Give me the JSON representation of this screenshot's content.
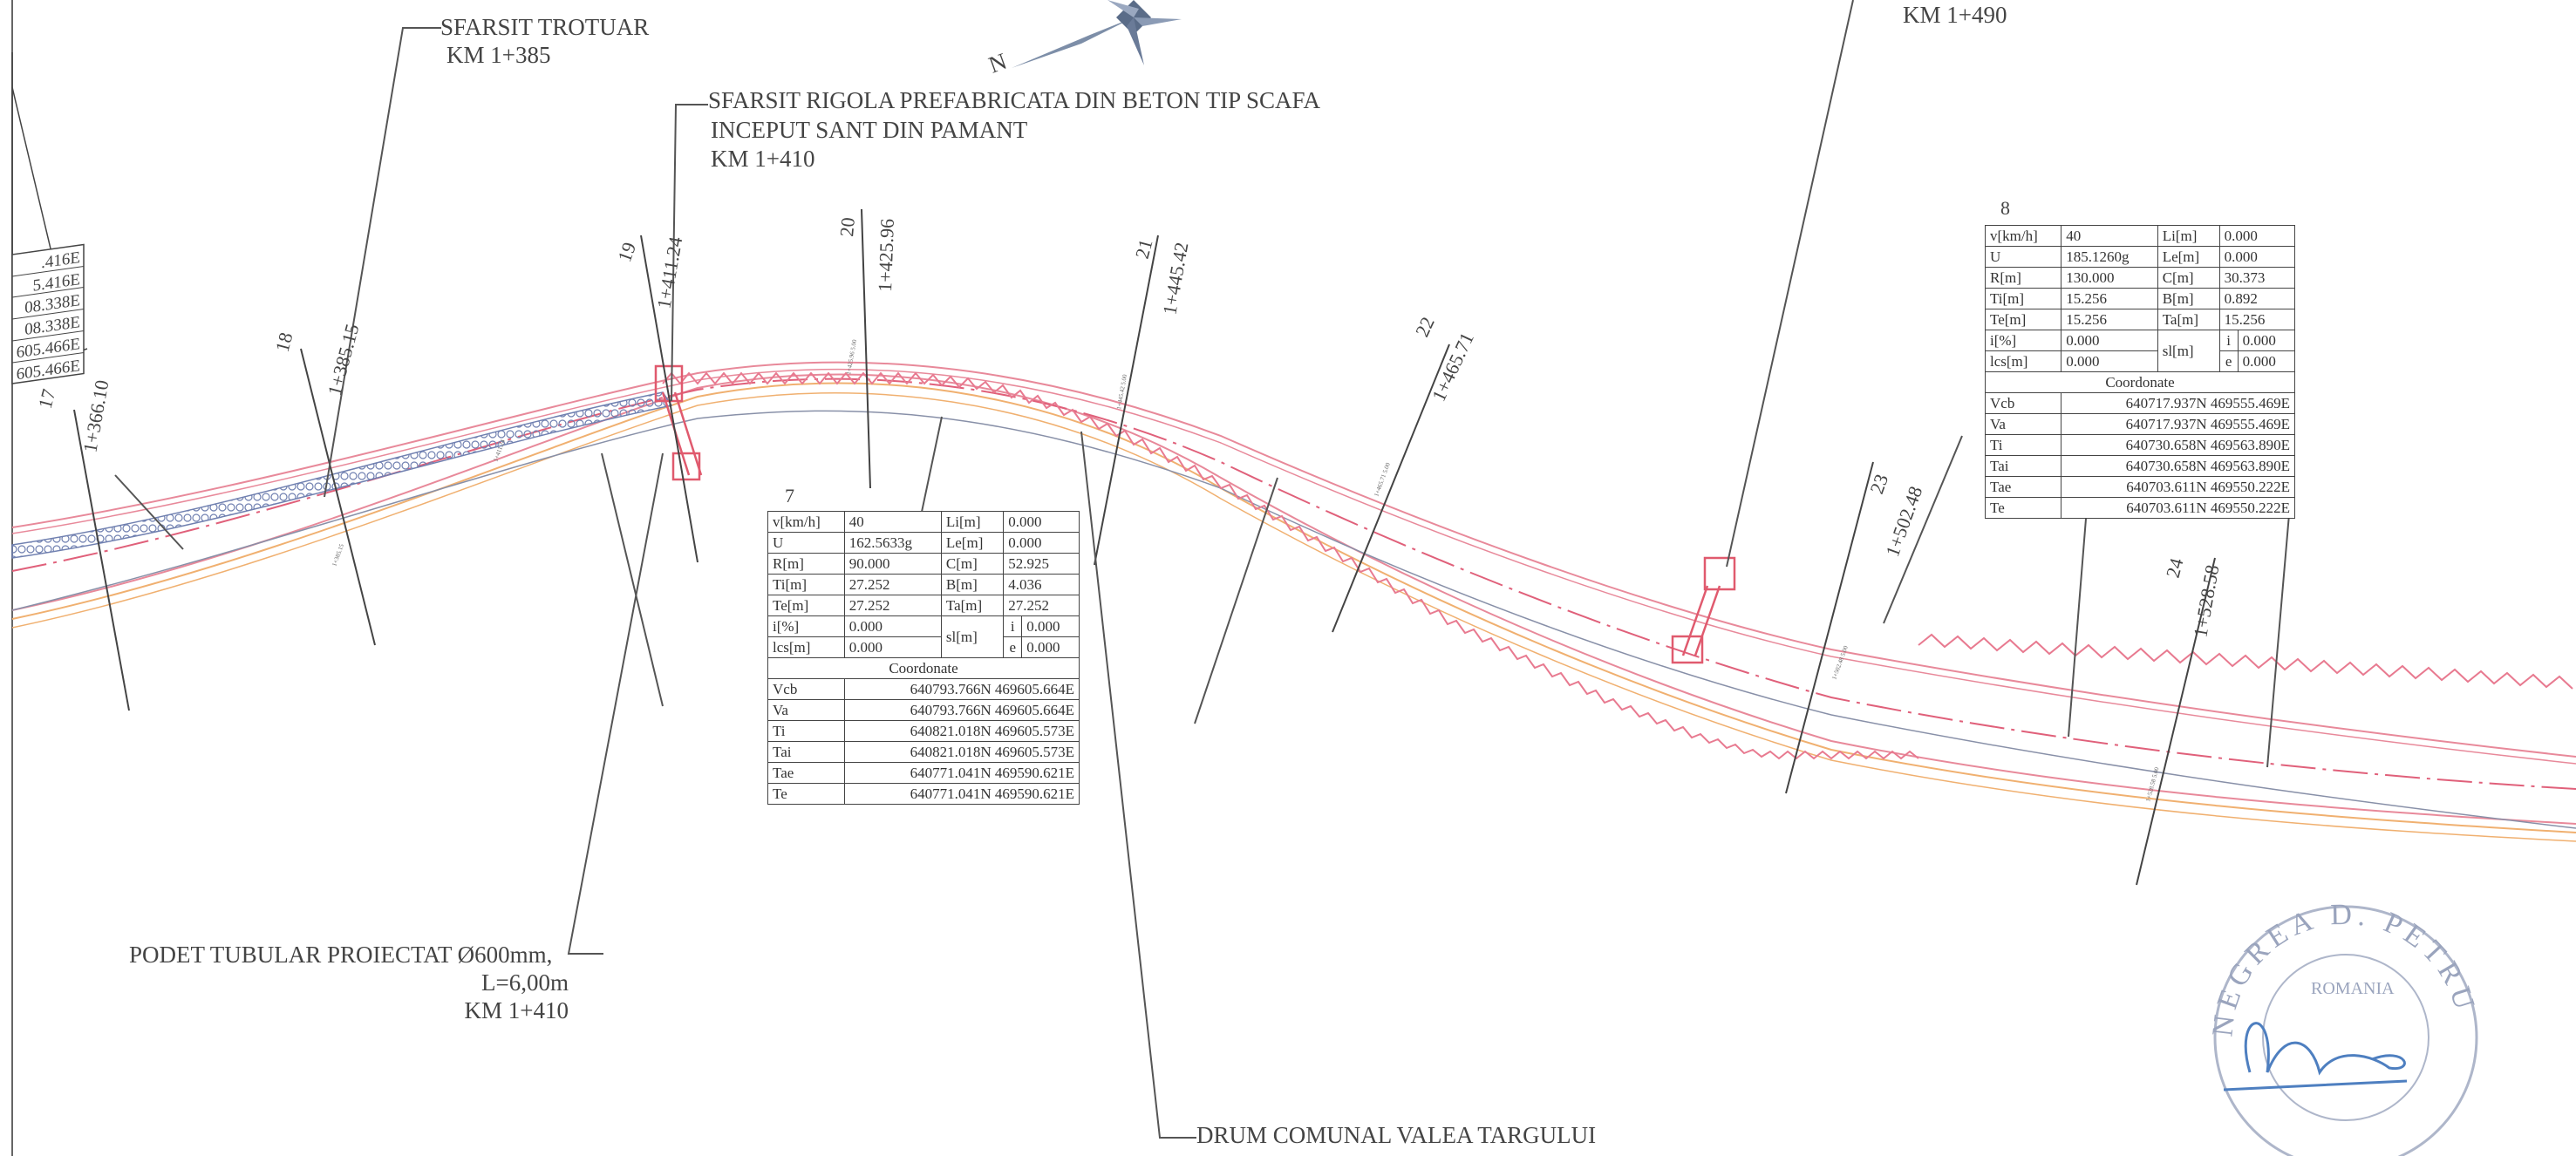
{
  "annotations": {
    "end_sidewalk": {
      "line1": "SFARSIT TROTUAR",
      "line2": "KM  1+385"
    },
    "end_gutter": {
      "line1": "SFARSIT RIGOLA PREFABRICATA DIN BETON TIP SCAFA",
      "line2": "INCEPUT SANT DIN PAMANT",
      "line3": "KM  1+410"
    },
    "top_right_km": "KM  1+490",
    "culvert": {
      "line1": "PODET TUBULAR PROIECTAT Ø600mm,",
      "line2": "L=6,00m",
      "line3": "KM 1+410"
    },
    "commune_road": "DRUM COMUNAL VALEA TARGULUI",
    "north": "N"
  },
  "profiles": [
    {
      "num": "17",
      "station": "1+366.10"
    },
    {
      "num": "18",
      "station": "1+385.15"
    },
    {
      "num": "19",
      "station": "1+411.24"
    },
    {
      "num": "20",
      "station": "1+425.96"
    },
    {
      "num": "21",
      "station": "1+445.42"
    },
    {
      "num": "22",
      "station": "1+465.71"
    },
    {
      "num": "23",
      "station": "1+502.48"
    },
    {
      "num": "24",
      "station": "1+528.58"
    }
  ],
  "left_partial_table": [
    ".416E",
    "5.416E",
    "08.338E",
    "08.338E",
    "605.466E",
    "605.466E"
  ],
  "curve_tables": [
    {
      "number": "7",
      "params": [
        [
          "v[km/h]",
          "40",
          "Li[m]",
          "0.000"
        ],
        [
          "U",
          "162.5633g",
          "Le[m]",
          "0.000"
        ],
        [
          "R[m]",
          "90.000",
          "C[m]",
          "52.925"
        ],
        [
          "Ti[m]",
          "27.252",
          "B[m]",
          "4.036"
        ],
        [
          "Te[m]",
          "27.252",
          "Ta[m]",
          "27.252"
        ]
      ],
      "i_pct": "0.000",
      "lcs": "0.000",
      "sl_label": "sl[m]",
      "sl_i": "0.000",
      "sl_e": "0.000",
      "coord_title": "Coordonate",
      "coords": [
        [
          "Vcb",
          "640793.766N 469605.664E"
        ],
        [
          "Va",
          "640793.766N 469605.664E"
        ],
        [
          "Ti",
          "640821.018N 469605.573E"
        ],
        [
          "Tai",
          "640821.018N 469605.573E"
        ],
        [
          "Tae",
          "640771.041N 469590.621E"
        ],
        [
          "Te",
          "640771.041N 469590.621E"
        ]
      ]
    },
    {
      "number": "8",
      "params": [
        [
          "v[km/h]",
          "40",
          "Li[m]",
          "0.000"
        ],
        [
          "U",
          "185.1260g",
          "Le[m]",
          "0.000"
        ],
        [
          "R[m]",
          "130.000",
          "C[m]",
          "30.373"
        ],
        [
          "Ti[m]",
          "15.256",
          "B[m]",
          "0.892"
        ],
        [
          "Te[m]",
          "15.256",
          "Ta[m]",
          "15.256"
        ]
      ],
      "i_pct": "0.000",
      "lcs": "0.000",
      "sl_label": "sl[m]",
      "sl_i": "0.000",
      "sl_e": "0.000",
      "coord_title": "Coordonate",
      "coords": [
        [
          "Vcb",
          "640717.937N 469555.469E"
        ],
        [
          "Va",
          "640717.937N 469555.469E"
        ],
        [
          "Ti",
          "640730.658N 469563.890E"
        ],
        [
          "Tai",
          "640730.658N 469563.890E"
        ],
        [
          "Tae",
          "640703.611N 469550.222E"
        ],
        [
          "Te",
          "640703.611N 469550.222E"
        ]
      ]
    }
  ],
  "row_labels": {
    "i_pct": "i[%]",
    "lcs": "lcs[m]",
    "i": "i",
    "e": "e"
  },
  "stamp": {
    "ring_text": "NEGREA D. PETRU",
    "inner_text": "ROMANIA"
  },
  "colors": {
    "road_edge": "#e8899a",
    "axis": "#e0607a",
    "shoulder": "#f0b070",
    "leader": "#555555",
    "gutter": "#7080b0",
    "compass": "#7d8ea8",
    "stamp": "#9aa4bd",
    "signature": "#4e7fc0"
  }
}
